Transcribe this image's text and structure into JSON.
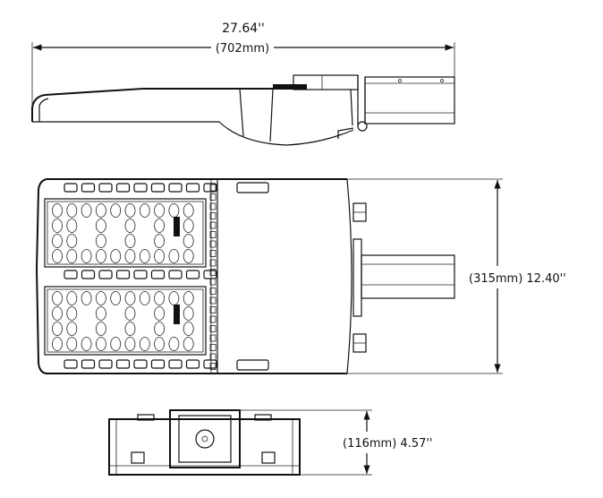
{
  "drawing": {
    "side_view": {
      "length_in": "27.64''",
      "length_mm": "(702mm)"
    },
    "top_view": {
      "width_label": "(315mm) 12.40''"
    },
    "end_view": {
      "height_label": "(116mm) 4.57''"
    },
    "line_color": "#111111",
    "background": "#ffffff"
  }
}
